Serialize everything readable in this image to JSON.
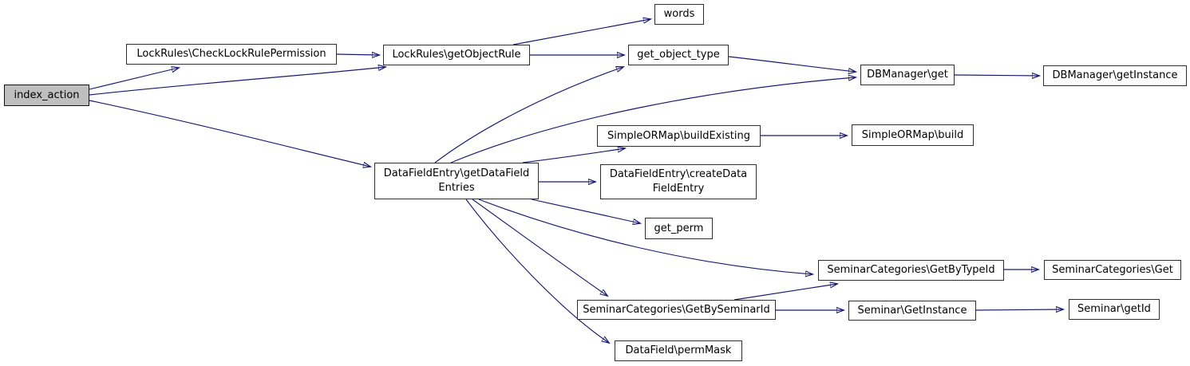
{
  "diagram": {
    "type": "function-call-graph",
    "root_function": "index_action",
    "colors": {
      "edge": "#191970",
      "node_border": "#2e2e2e",
      "node_fill": "#ffffff",
      "root_node_fill": "#bfbfbf",
      "text": "#000000",
      "background": "#ffffff"
    },
    "nodes": [
      {
        "id": "index_action",
        "label": "index_action"
      },
      {
        "id": "LockRules\\CheckLockRulePermission",
        "label": "LockRules\\CheckLockRulePermission"
      },
      {
        "id": "LockRules\\getObjectRule",
        "label": "LockRules\\getObjectRule"
      },
      {
        "id": "words",
        "label": "words"
      },
      {
        "id": "get_object_type",
        "label": "get_object_type"
      },
      {
        "id": "DBManager\\get",
        "label": "DBManager\\get"
      },
      {
        "id": "DBManager\\getInstance",
        "label": "DBManager\\getInstance"
      },
      {
        "id": "SimpleORMap\\buildExisting",
        "label": "SimpleORMap\\buildExisting"
      },
      {
        "id": "SimpleORMap\\build",
        "label": "SimpleORMap\\build"
      },
      {
        "id": "DataFieldEntry\\getDataFieldEntries",
        "label": "DataFieldEntry\\getDataField\nEntries"
      },
      {
        "id": "DataFieldEntry\\createDataFieldEntry",
        "label": "DataFieldEntry\\createData\nFieldEntry"
      },
      {
        "id": "get_perm",
        "label": "get_perm"
      },
      {
        "id": "SeminarCategories\\GetByTypeId",
        "label": "SeminarCategories\\GetByTypeId"
      },
      {
        "id": "SeminarCategories\\Get",
        "label": "SeminarCategories\\Get"
      },
      {
        "id": "SeminarCategories\\GetBySeminarId",
        "label": "SeminarCategories\\GetBySeminarId"
      },
      {
        "id": "Seminar\\GetInstance",
        "label": "Seminar\\GetInstance"
      },
      {
        "id": "Seminar\\getId",
        "label": "Seminar\\getId"
      },
      {
        "id": "DataField\\permMask",
        "label": "DataField\\permMask"
      }
    ],
    "edges": [
      {
        "from": "index_action",
        "to": "LockRules\\CheckLockRulePermission"
      },
      {
        "from": "index_action",
        "to": "LockRules\\getObjectRule"
      },
      {
        "from": "index_action",
        "to": "DataFieldEntry\\getDataFieldEntries"
      },
      {
        "from": "LockRules\\CheckLockRulePermission",
        "to": "LockRules\\getObjectRule"
      },
      {
        "from": "LockRules\\getObjectRule",
        "to": "words"
      },
      {
        "from": "LockRules\\getObjectRule",
        "to": "get_object_type"
      },
      {
        "from": "get_object_type",
        "to": "DBManager\\get"
      },
      {
        "from": "DBManager\\get",
        "to": "DBManager\\getInstance"
      },
      {
        "from": "DataFieldEntry\\getDataFieldEntries",
        "to": "get_object_type"
      },
      {
        "from": "DataFieldEntry\\getDataFieldEntries",
        "to": "DBManager\\get"
      },
      {
        "from": "DataFieldEntry\\getDataFieldEntries",
        "to": "SimpleORMap\\buildExisting"
      },
      {
        "from": "SimpleORMap\\buildExisting",
        "to": "SimpleORMap\\build"
      },
      {
        "from": "DataFieldEntry\\getDataFieldEntries",
        "to": "DataFieldEntry\\createDataFieldEntry"
      },
      {
        "from": "DataFieldEntry\\getDataFieldEntries",
        "to": "get_perm"
      },
      {
        "from": "DataFieldEntry\\getDataFieldEntries",
        "to": "SeminarCategories\\GetByTypeId"
      },
      {
        "from": "DataFieldEntry\\getDataFieldEntries",
        "to": "SeminarCategories\\GetBySeminarId"
      },
      {
        "from": "DataFieldEntry\\getDataFieldEntries",
        "to": "DataField\\permMask"
      },
      {
        "from": "SeminarCategories\\GetByTypeId",
        "to": "SeminarCategories\\Get"
      },
      {
        "from": "SeminarCategories\\GetBySeminarId",
        "to": "SeminarCategories\\GetByTypeId"
      },
      {
        "from": "SeminarCategories\\GetBySeminarId",
        "to": "Seminar\\GetInstance"
      },
      {
        "from": "Seminar\\GetInstance",
        "to": "Seminar\\getId"
      }
    ]
  }
}
